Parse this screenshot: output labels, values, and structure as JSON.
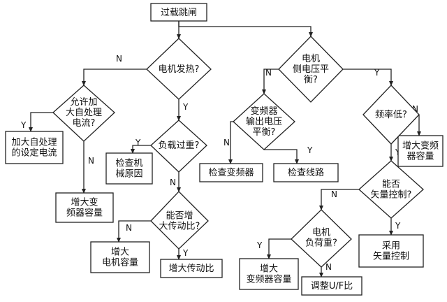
{
  "nodes": {
    "start": [
      "过载跳闸"
    ],
    "motor_heat": [
      "电机发热?"
    ],
    "voltage_balance": [
      "电机",
      "侧电压平",
      "衡?"
    ],
    "allow_current": [
      "允许加",
      "大自处理",
      "电流?"
    ],
    "raise_setting": [
      "加大自处理",
      "的设定电流"
    ],
    "inc_capacity_a": [
      "增大变",
      "频器容量"
    ],
    "load_heavy": [
      "负载过重?"
    ],
    "check_mech": [
      "检查机",
      "械原因"
    ],
    "ratio_increase": [
      "能否增",
      "大传动比?"
    ],
    "inc_motor": [
      "增大",
      "电机容量"
    ],
    "inc_ratio": [
      "增大传动比"
    ],
    "output_balance": [
      "变频器",
      "输出电压",
      "平衡?"
    ],
    "check_inverter": [
      "检查变频器"
    ],
    "check_line": [
      "检查线路"
    ],
    "freq_low": [
      "频率低?"
    ],
    "inc_capacity_b": [
      "增大变频",
      "器容量"
    ],
    "vector_possible": [
      "能否",
      "矢量控制?"
    ],
    "vector_control": [
      "采用",
      "矢量控制"
    ],
    "motor_load": [
      "电机",
      "负荷重?"
    ],
    "inc_capacity_c": [
      "增大",
      "变频器容量"
    ],
    "adjust_uf": [
      "调整U/F比"
    ]
  },
  "yes": "Y",
  "no": "N"
}
